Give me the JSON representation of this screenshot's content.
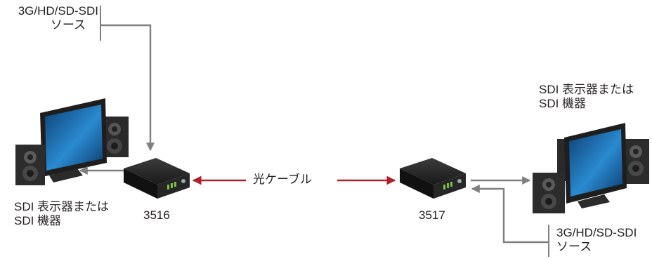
{
  "source_top": {
    "line1": "3G/HD/SD-SDI",
    "line2": "ソース"
  },
  "source_bottom": {
    "line1": "3G/HD/SD-SDI",
    "line2": "ソース"
  },
  "display_left": {
    "line1": "SDI 表示器または",
    "line2": "SDI 機器"
  },
  "display_right": {
    "line1": "SDI 表示器または",
    "line2": "SDI 機器"
  },
  "device_left": {
    "label": "3516"
  },
  "device_right": {
    "label": "3517"
  },
  "fiber": {
    "label": "光ケーブル"
  },
  "colors": {
    "signal_line": "#7f7f7f",
    "fiber_line": "#b0202a",
    "screen": "#1a6fb0"
  }
}
